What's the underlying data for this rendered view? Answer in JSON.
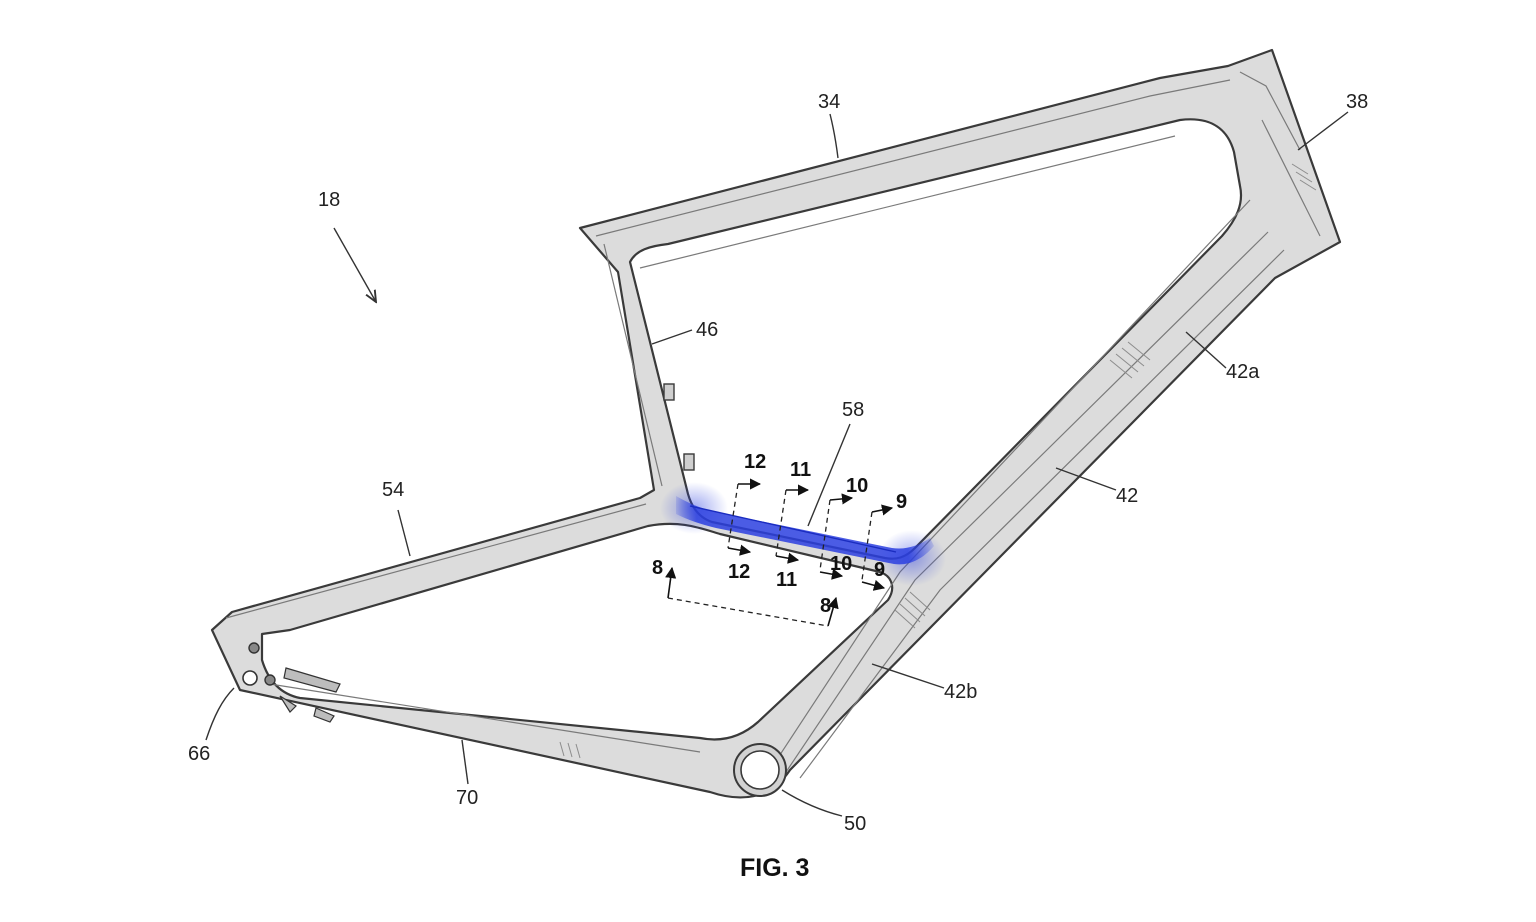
{
  "figure": {
    "caption": "FIG. 3",
    "highlight_color": "#2b3fe0",
    "frame_fill": "#dcdcdc",
    "reference_numerals": {
      "frame": "18",
      "top_tube": "34",
      "head_tube": "38",
      "down_tube": "42",
      "down_tube_upper": "42a",
      "down_tube_lower": "42b",
      "seat_tube": "46",
      "bottom_bracket": "50",
      "seat_stay": "54",
      "strut": "58",
      "dropout": "66",
      "chain_stay": "70"
    },
    "section_lines": {
      "s8": "8",
      "s9": "9",
      "s10": "10",
      "s11": "11",
      "s12": "12"
    }
  }
}
